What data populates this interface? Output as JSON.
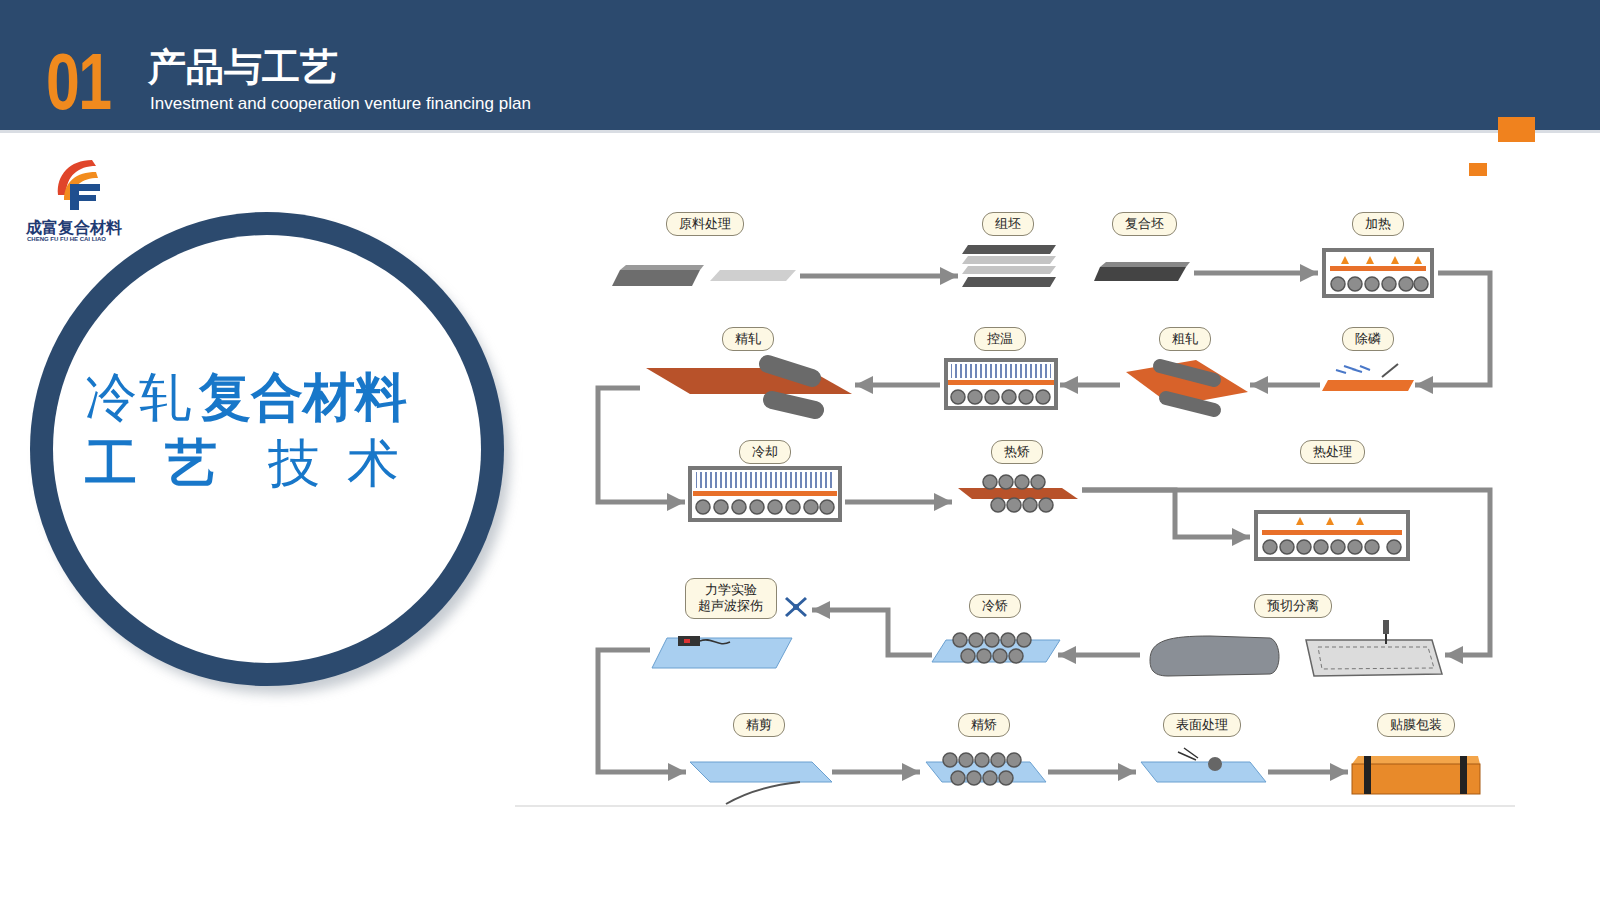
{
  "diagram": {
    "title": "产品与工艺",
    "nodes": [
      {
        "text": [
          "冷轧",
          "复合材料",
          "工 艺",
          "技 术"
        ]
      },
      {
        "text": [
          "原料处理"
        ]
      },
      {
        "text": [
          "组坯"
        ]
      },
      {
        "text": [
          "复合坯"
        ]
      },
      {
        "text": [
          "加热"
        ]
      },
      {
        "text": [
          "除磷"
        ]
      },
      {
        "text": [
          "粗轧"
        ]
      },
      {
        "text": [
          "控温"
        ]
      },
      {
        "text": [
          "精轧"
        ]
      },
      {
        "text": [
          "冷却"
        ]
      },
      {
        "text": [
          "热矫"
        ]
      },
      {
        "text": [
          "热处理"
        ]
      },
      {
        "text": [
          "预切分离"
        ]
      },
      {
        "text": [
          "冷矫"
        ]
      },
      {
        "text": [
          "力学实验 超声波探伤"
        ]
      },
      {
        "text": [
          "精剪"
        ]
      },
      {
        "text": [
          "精矫"
        ]
      },
      {
        "text": [
          "表面处理"
        ]
      },
      {
        "text": [
          "贴膜包装"
        ]
      }
    ],
    "edges": [
      {
        "from": 1,
        "to": 2,
        "arrow": "to"
      },
      {
        "from": 3,
        "to": 4,
        "arrow": "to"
      },
      {
        "from": 4,
        "to": 5,
        "arrow": "to"
      },
      {
        "from": 5,
        "to": 6,
        "arrow": "to"
      },
      {
        "from": 6,
        "to": 7,
        "arrow": "to"
      },
      {
        "from": 7,
        "to": 8,
        "arrow": "to"
      },
      {
        "from": 8,
        "to": 9,
        "arrow": "to"
      },
      {
        "from": 9,
        "to": 10,
        "arrow": "to"
      },
      {
        "from": 10,
        "to": 11,
        "arrow": "to"
      },
      {
        "from": 10,
        "to": 12,
        "arrow": "to"
      },
      {
        "from": 12,
        "to": 13,
        "arrow": "to"
      },
      {
        "from": 13,
        "to": 14,
        "arrow": "to"
      },
      {
        "from": 14,
        "to": 15,
        "arrow": "to"
      },
      {
        "from": 15,
        "to": 16,
        "arrow": "to"
      },
      {
        "from": 16,
        "to": 17,
        "arrow": "to"
      },
      {
        "from": 17,
        "to": 18,
        "arrow": "to"
      }
    ],
    "labels": [
      "01",
      "Investment and cooperation venture financing plan",
      "成富复合材料",
      "CHENG FU FU HE CAI LIAO"
    ]
  }
}
